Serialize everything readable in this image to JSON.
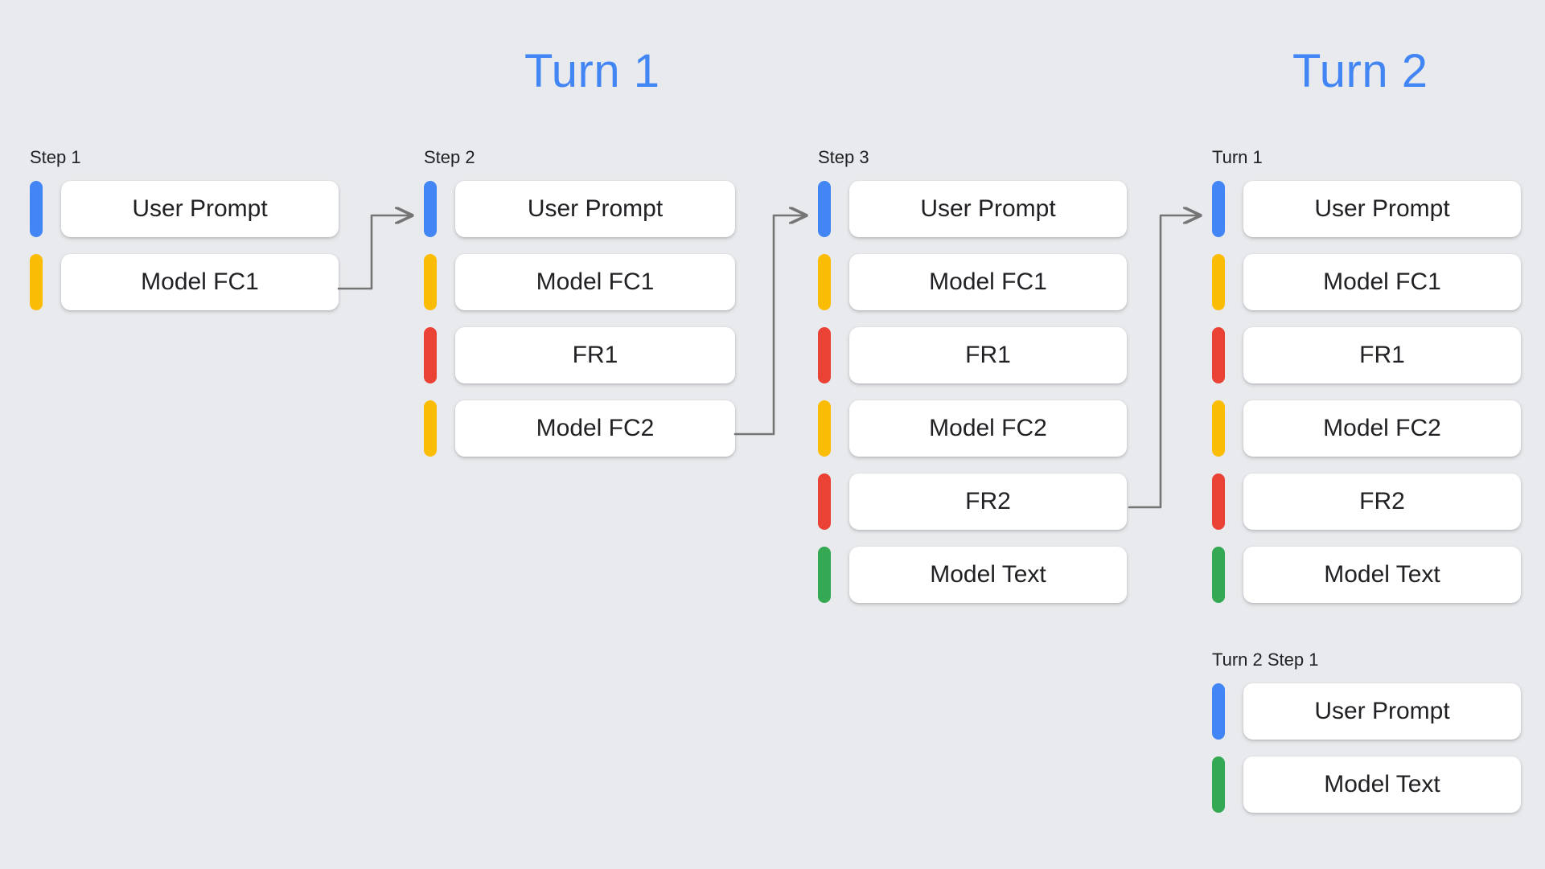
{
  "background_color": "#E8EAED",
  "palette": {
    "blue": "#4285F4",
    "yellow": "#FBBC04",
    "red": "#EA4335",
    "green": "#34A853",
    "arrow_gray": "#757575",
    "card_white": "#FFFFFF",
    "text": "#202124"
  },
  "turn_titles": {
    "turn1": "Turn 1",
    "turn2": "Turn 2"
  },
  "columns": [
    {
      "id": "step1",
      "label": "Step 1",
      "rows": [
        {
          "color": "blue",
          "label": "User Prompt"
        },
        {
          "color": "yellow",
          "label": "Model FC1"
        }
      ]
    },
    {
      "id": "step2",
      "label": "Step 2",
      "rows": [
        {
          "color": "blue",
          "label": "User Prompt"
        },
        {
          "color": "yellow",
          "label": "Model FC1"
        },
        {
          "color": "red",
          "label": "FR1"
        },
        {
          "color": "yellow",
          "label": "Model FC2"
        }
      ]
    },
    {
      "id": "step3",
      "label": "Step 3",
      "rows": [
        {
          "color": "blue",
          "label": "User Prompt"
        },
        {
          "color": "yellow",
          "label": "Model FC1"
        },
        {
          "color": "red",
          "label": "FR1"
        },
        {
          "color": "yellow",
          "label": "Model FC2"
        },
        {
          "color": "red",
          "label": "FR2"
        },
        {
          "color": "green",
          "label": "Model Text"
        }
      ]
    },
    {
      "id": "turn1",
      "label": "Turn 1",
      "rows": [
        {
          "color": "blue",
          "label": "User Prompt"
        },
        {
          "color": "yellow",
          "label": "Model FC1"
        },
        {
          "color": "red",
          "label": "FR1"
        },
        {
          "color": "yellow",
          "label": "Model FC2"
        },
        {
          "color": "red",
          "label": "FR2"
        },
        {
          "color": "green",
          "label": "Model Text"
        }
      ]
    },
    {
      "id": "turn2step1",
      "label": "Turn 2 Step 1",
      "rows": [
        {
          "color": "blue",
          "label": "User Prompt"
        },
        {
          "color": "green",
          "label": "Model Text"
        }
      ]
    }
  ],
  "connectors": [
    {
      "from": "step1-row2",
      "to": "step2-row1"
    },
    {
      "from": "step2-row4",
      "to": "step3-row1"
    },
    {
      "from": "step3-row5",
      "to": "turn1-row1"
    }
  ]
}
